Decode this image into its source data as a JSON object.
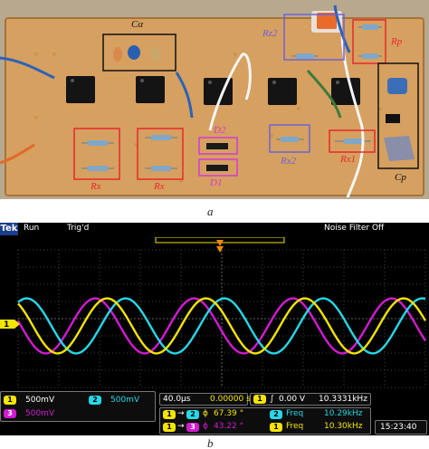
{
  "panel_a": {
    "caption": "a",
    "labels": {
      "c_alpha": "Cα",
      "rz2": "Rz2",
      "rp": "Rp",
      "rx_left": "Rx",
      "rx_mid": "Rx",
      "d2": "D2",
      "d1": "D1",
      "rx2": "Rx2",
      "rx1": "Rx1",
      "cp": "Cp"
    }
  },
  "panel_b": {
    "caption": "b",
    "status": {
      "brand": "Tek",
      "run": "Run",
      "trig": "Trig'd",
      "filter": "Noise Filter Off"
    },
    "channel_marker": "1",
    "readouts": {
      "ch1_num": "1",
      "ch1_scale": "500mV",
      "ch2_num": "2",
      "ch2_scale": "500mV",
      "ch3_num": "3",
      "ch3_scale": "500mV",
      "timebase": "40.0µs",
      "delay": "0.00000 s",
      "trig_num": "1",
      "trig_level": "0.00 V",
      "trig_freq": "10.3331kHz",
      "m1_a": "1",
      "m1_b": "2",
      "m1_symbol": "ϕ",
      "m1_value": "67.39 °",
      "m2_a": "1",
      "m2_b": "3",
      "m2_symbol": "ϕ",
      "m2_value": "43.22 °",
      "f1_num": "2",
      "f1_label": "Freq",
      "f1_value": "10.29kHz",
      "f2_num": "1",
      "f2_label": "Freq",
      "f2_value": "10.30kHz",
      "clock": "15:23:40"
    },
    "colors": {
      "ch1": "#f5e400",
      "ch2": "#27d8e8",
      "ch3": "#d21bd2"
    },
    "waveforms": {
      "ch1_phase_deg": 0,
      "ch2_phase_deg": 67.39,
      "ch3_phase_deg": -43.22,
      "frequency_khz": 10.3,
      "time_per_div_us": 40.0
    }
  }
}
